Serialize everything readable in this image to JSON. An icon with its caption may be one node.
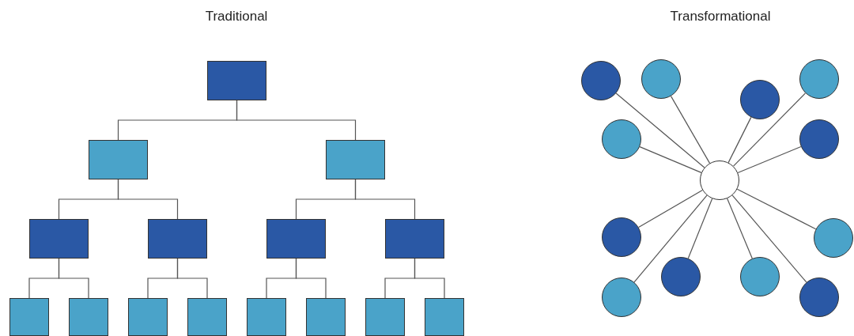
{
  "diagram": {
    "nodes": [
      {
        "text": [],
        "shape": "box"
      },
      {
        "text": [],
        "shape": "box"
      },
      {
        "text": [],
        "shape": "box"
      },
      {
        "text": [],
        "shape": "box"
      },
      {
        "text": [],
        "shape": "box"
      },
      {
        "text": [],
        "shape": "box"
      },
      {
        "text": [],
        "shape": "box"
      },
      {
        "text": [],
        "shape": "box"
      },
      {
        "text": [],
        "shape": "box"
      },
      {
        "text": [],
        "shape": "box"
      },
      {
        "text": [],
        "shape": "box"
      },
      {
        "text": [],
        "shape": "box"
      },
      {
        "text": [],
        "shape": "box"
      },
      {
        "text": [],
        "shape": "box"
      },
      {
        "text": [],
        "shape": "box"
      },
      {
        "text": [],
        "shape": "circle"
      },
      {
        "text": [],
        "shape": "circle"
      },
      {
        "text": [],
        "shape": "circle"
      },
      {
        "text": [],
        "shape": "circle"
      },
      {
        "text": [],
        "shape": "circle"
      },
      {
        "text": [],
        "shape": "circle"
      },
      {
        "text": [],
        "shape": "circle"
      },
      {
        "text": [],
        "shape": "circle"
      },
      {
        "text": [],
        "shape": "circle"
      },
      {
        "text": [],
        "shape": "circle"
      },
      {
        "text": [],
        "shape": "circle"
      },
      {
        "text": [],
        "shape": "circle"
      },
      {
        "text": [],
        "shape": "circle"
      }
    ],
    "edges": [
      {
        "from": 0,
        "to": 1,
        "arrow": "none"
      },
      {
        "from": 0,
        "to": 2,
        "arrow": "none"
      },
      {
        "from": 1,
        "to": 3,
        "arrow": "none"
      },
      {
        "from": 1,
        "to": 4,
        "arrow": "none"
      },
      {
        "from": 2,
        "to": 5,
        "arrow": "none"
      },
      {
        "from": 2,
        "to": 6,
        "arrow": "none"
      },
      {
        "from": 3,
        "to": 7,
        "arrow": "none"
      },
      {
        "from": 3,
        "to": 8,
        "arrow": "none"
      },
      {
        "from": 4,
        "to": 9,
        "arrow": "none"
      },
      {
        "from": 4,
        "to": 10,
        "arrow": "none"
      },
      {
        "from": 5,
        "to": 11,
        "arrow": "none"
      },
      {
        "from": 5,
        "to": 12,
        "arrow": "none"
      },
      {
        "from": 6,
        "to": 13,
        "arrow": "none"
      },
      {
        "from": 6,
        "to": 14,
        "arrow": "none"
      },
      {
        "from": 15,
        "to": 16,
        "arrow": "none"
      },
      {
        "from": 15,
        "to": 17,
        "arrow": "none"
      },
      {
        "from": 15,
        "to": 18,
        "arrow": "none"
      },
      {
        "from": 15,
        "to": 19,
        "arrow": "none"
      },
      {
        "from": 15,
        "to": 20,
        "arrow": "none"
      },
      {
        "from": 15,
        "to": 21,
        "arrow": "none"
      },
      {
        "from": 15,
        "to": 22,
        "arrow": "none"
      },
      {
        "from": 15,
        "to": 23,
        "arrow": "none"
      },
      {
        "from": 15,
        "to": 24,
        "arrow": "none"
      },
      {
        "from": 15,
        "to": 25,
        "arrow": "none"
      },
      {
        "from": 15,
        "to": 26,
        "arrow": "none"
      },
      {
        "from": 15,
        "to": 27,
        "arrow": "none"
      }
    ],
    "labels": [
      "Traditional",
      "Transformational"
    ]
  }
}
